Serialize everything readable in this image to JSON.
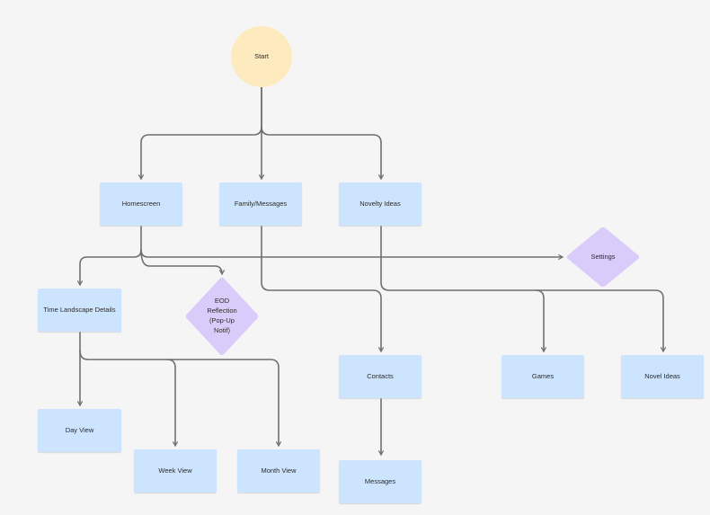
{
  "diagram": {
    "title": "",
    "nodes": [
      {
        "id": "start",
        "label": "Start",
        "shape": "circle"
      },
      {
        "id": "homescreen",
        "label": "Homescreen",
        "shape": "rect"
      },
      {
        "id": "family",
        "label": "Family/Messages",
        "shape": "rect"
      },
      {
        "id": "novelty",
        "label": "Novelty Ideas",
        "shape": "rect"
      },
      {
        "id": "settings",
        "label": "Settings",
        "shape": "diamond"
      },
      {
        "id": "timeland",
        "label": "Time Landscape Details",
        "shape": "rect"
      },
      {
        "id": "eod",
        "label": "EOD\nReflection\n(Pop-Up\nNotif)",
        "shape": "diamond"
      },
      {
        "id": "contacts",
        "label": "Contacts",
        "shape": "rect"
      },
      {
        "id": "games",
        "label": "Games",
        "shape": "rect"
      },
      {
        "id": "novel",
        "label": "Novel Ideas",
        "shape": "rect"
      },
      {
        "id": "day",
        "label": "Day View",
        "shape": "rect"
      },
      {
        "id": "week",
        "label": "Week View",
        "shape": "rect"
      },
      {
        "id": "month",
        "label": "Month View",
        "shape": "rect"
      },
      {
        "id": "messages",
        "label": "Messages",
        "shape": "rect"
      }
    ],
    "edges": [
      {
        "from": "start",
        "to": "homescreen"
      },
      {
        "from": "start",
        "to": "family"
      },
      {
        "from": "start",
        "to": "novelty"
      },
      {
        "from": "homescreen",
        "to": "timeland"
      },
      {
        "from": "homescreen",
        "to": "eod"
      },
      {
        "from": "homescreen",
        "to": "settings"
      },
      {
        "from": "family",
        "to": "contacts"
      },
      {
        "from": "novelty",
        "to": "games"
      },
      {
        "from": "novelty",
        "to": "novel"
      },
      {
        "from": "timeland",
        "to": "day"
      },
      {
        "from": "timeland",
        "to": "week"
      },
      {
        "from": "timeland",
        "to": "month"
      },
      {
        "from": "contacts",
        "to": "messages"
      }
    ],
    "colors": {
      "start": "#fdebbf",
      "rect": "#cde4ff",
      "diamond": "#d9ccfb",
      "connector": "#6f6f6f",
      "background": "#f5f5f5"
    }
  }
}
